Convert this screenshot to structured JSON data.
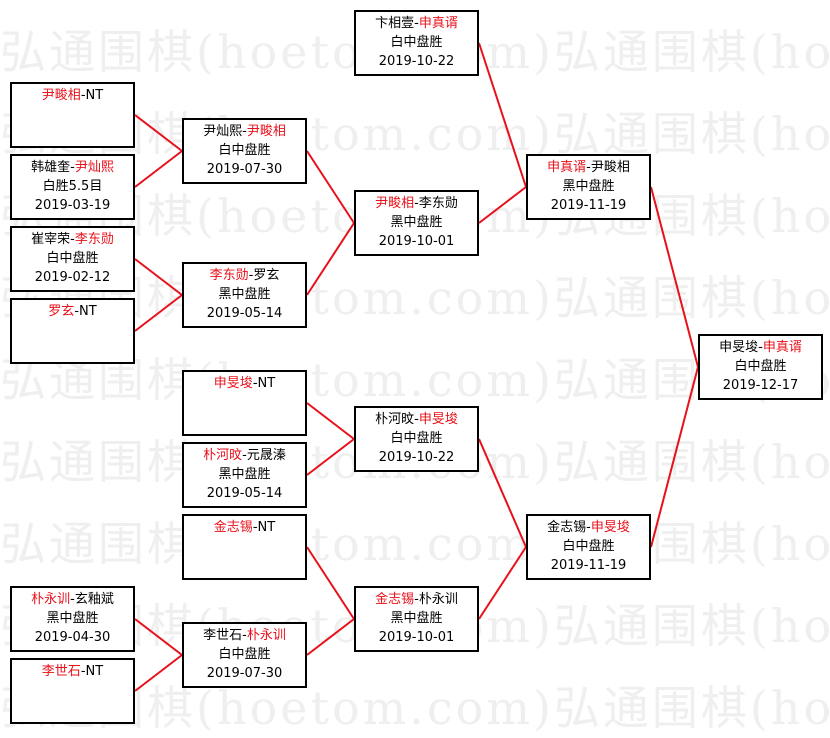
{
  "watermark": "弘通围棋(hoetom.com)弘通围棋(hoetom.com)弘通围棋",
  "colors": {
    "winner": "#e8101a",
    "connector": "#e8101a",
    "border": "#000000"
  },
  "matches": [
    {
      "id": "r1-1",
      "p1": "尹畯相",
      "p2": "NT",
      "winner": 1,
      "result": "",
      "date": ""
    },
    {
      "id": "r1-2",
      "p1": "韩雄奎",
      "p2": "尹灿熙",
      "winner": 2,
      "result": "白胜5.5目",
      "date": "2019-03-19"
    },
    {
      "id": "r1-3",
      "p1": "崔宰荣",
      "p2": "李东勋",
      "winner": 2,
      "result": "白中盘胜",
      "date": "2019-02-12"
    },
    {
      "id": "r1-4",
      "p1": "罗玄",
      "p2": "NT",
      "winner": 1,
      "result": "",
      "date": ""
    },
    {
      "id": "r1-5",
      "p1": "朴永训",
      "p2": "玄釉斌",
      "winner": 1,
      "result": "黑中盘胜",
      "date": "2019-04-30"
    },
    {
      "id": "r1-6",
      "p1": "李世石",
      "p2": "NT",
      "winner": 1,
      "result": "",
      "date": ""
    },
    {
      "id": "r2-1",
      "p1": "尹灿熙",
      "p2": "尹畯相",
      "winner": 2,
      "result": "白中盘胜",
      "date": "2019-07-30"
    },
    {
      "id": "r2-2",
      "p1": "李东勋",
      "p2": "罗玄",
      "winner": 1,
      "result": "黑中盘胜",
      "date": "2019-05-14"
    },
    {
      "id": "r2-3",
      "p1": "申旻埈",
      "p2": "NT",
      "winner": 1,
      "result": "",
      "date": ""
    },
    {
      "id": "r2-4",
      "p1": "朴河旼",
      "p2": "元晟溱",
      "winner": 1,
      "result": "黑中盘胜",
      "date": "2019-05-14"
    },
    {
      "id": "r2-5",
      "p1": "金志锡",
      "p2": "NT",
      "winner": 1,
      "result": "",
      "date": ""
    },
    {
      "id": "r2-6",
      "p1": "李世石",
      "p2": "朴永训",
      "winner": 2,
      "result": "白中盘胜",
      "date": "2019-07-30"
    },
    {
      "id": "r3-1",
      "p1": "卞相壹",
      "p2": "申真谞",
      "winner": 2,
      "result": "白中盘胜",
      "date": "2019-10-22"
    },
    {
      "id": "r3-2",
      "p1": "尹畯相",
      "p2": "李东勋",
      "winner": 1,
      "result": "黑中盘胜",
      "date": "2019-10-01"
    },
    {
      "id": "r3-3",
      "p1": "朴河旼",
      "p2": "申旻埈",
      "winner": 2,
      "result": "白中盘胜",
      "date": "2019-10-22"
    },
    {
      "id": "r3-4",
      "p1": "金志锡",
      "p2": "朴永训",
      "winner": 1,
      "result": "黑中盘胜",
      "date": "2019-10-01"
    },
    {
      "id": "sf-1",
      "p1": "申真谞",
      "p2": "尹畯相",
      "winner": 1,
      "result": "黑中盘胜",
      "date": "2019-11-19"
    },
    {
      "id": "sf-2",
      "p1": "金志锡",
      "p2": "申旻埈",
      "winner": 2,
      "result": "白中盘胜",
      "date": "2019-11-19"
    },
    {
      "id": "final",
      "p1": "申旻埈",
      "p2": "申真谞",
      "winner": 2,
      "result": "白中盘胜",
      "date": "2019-12-17"
    }
  ]
}
